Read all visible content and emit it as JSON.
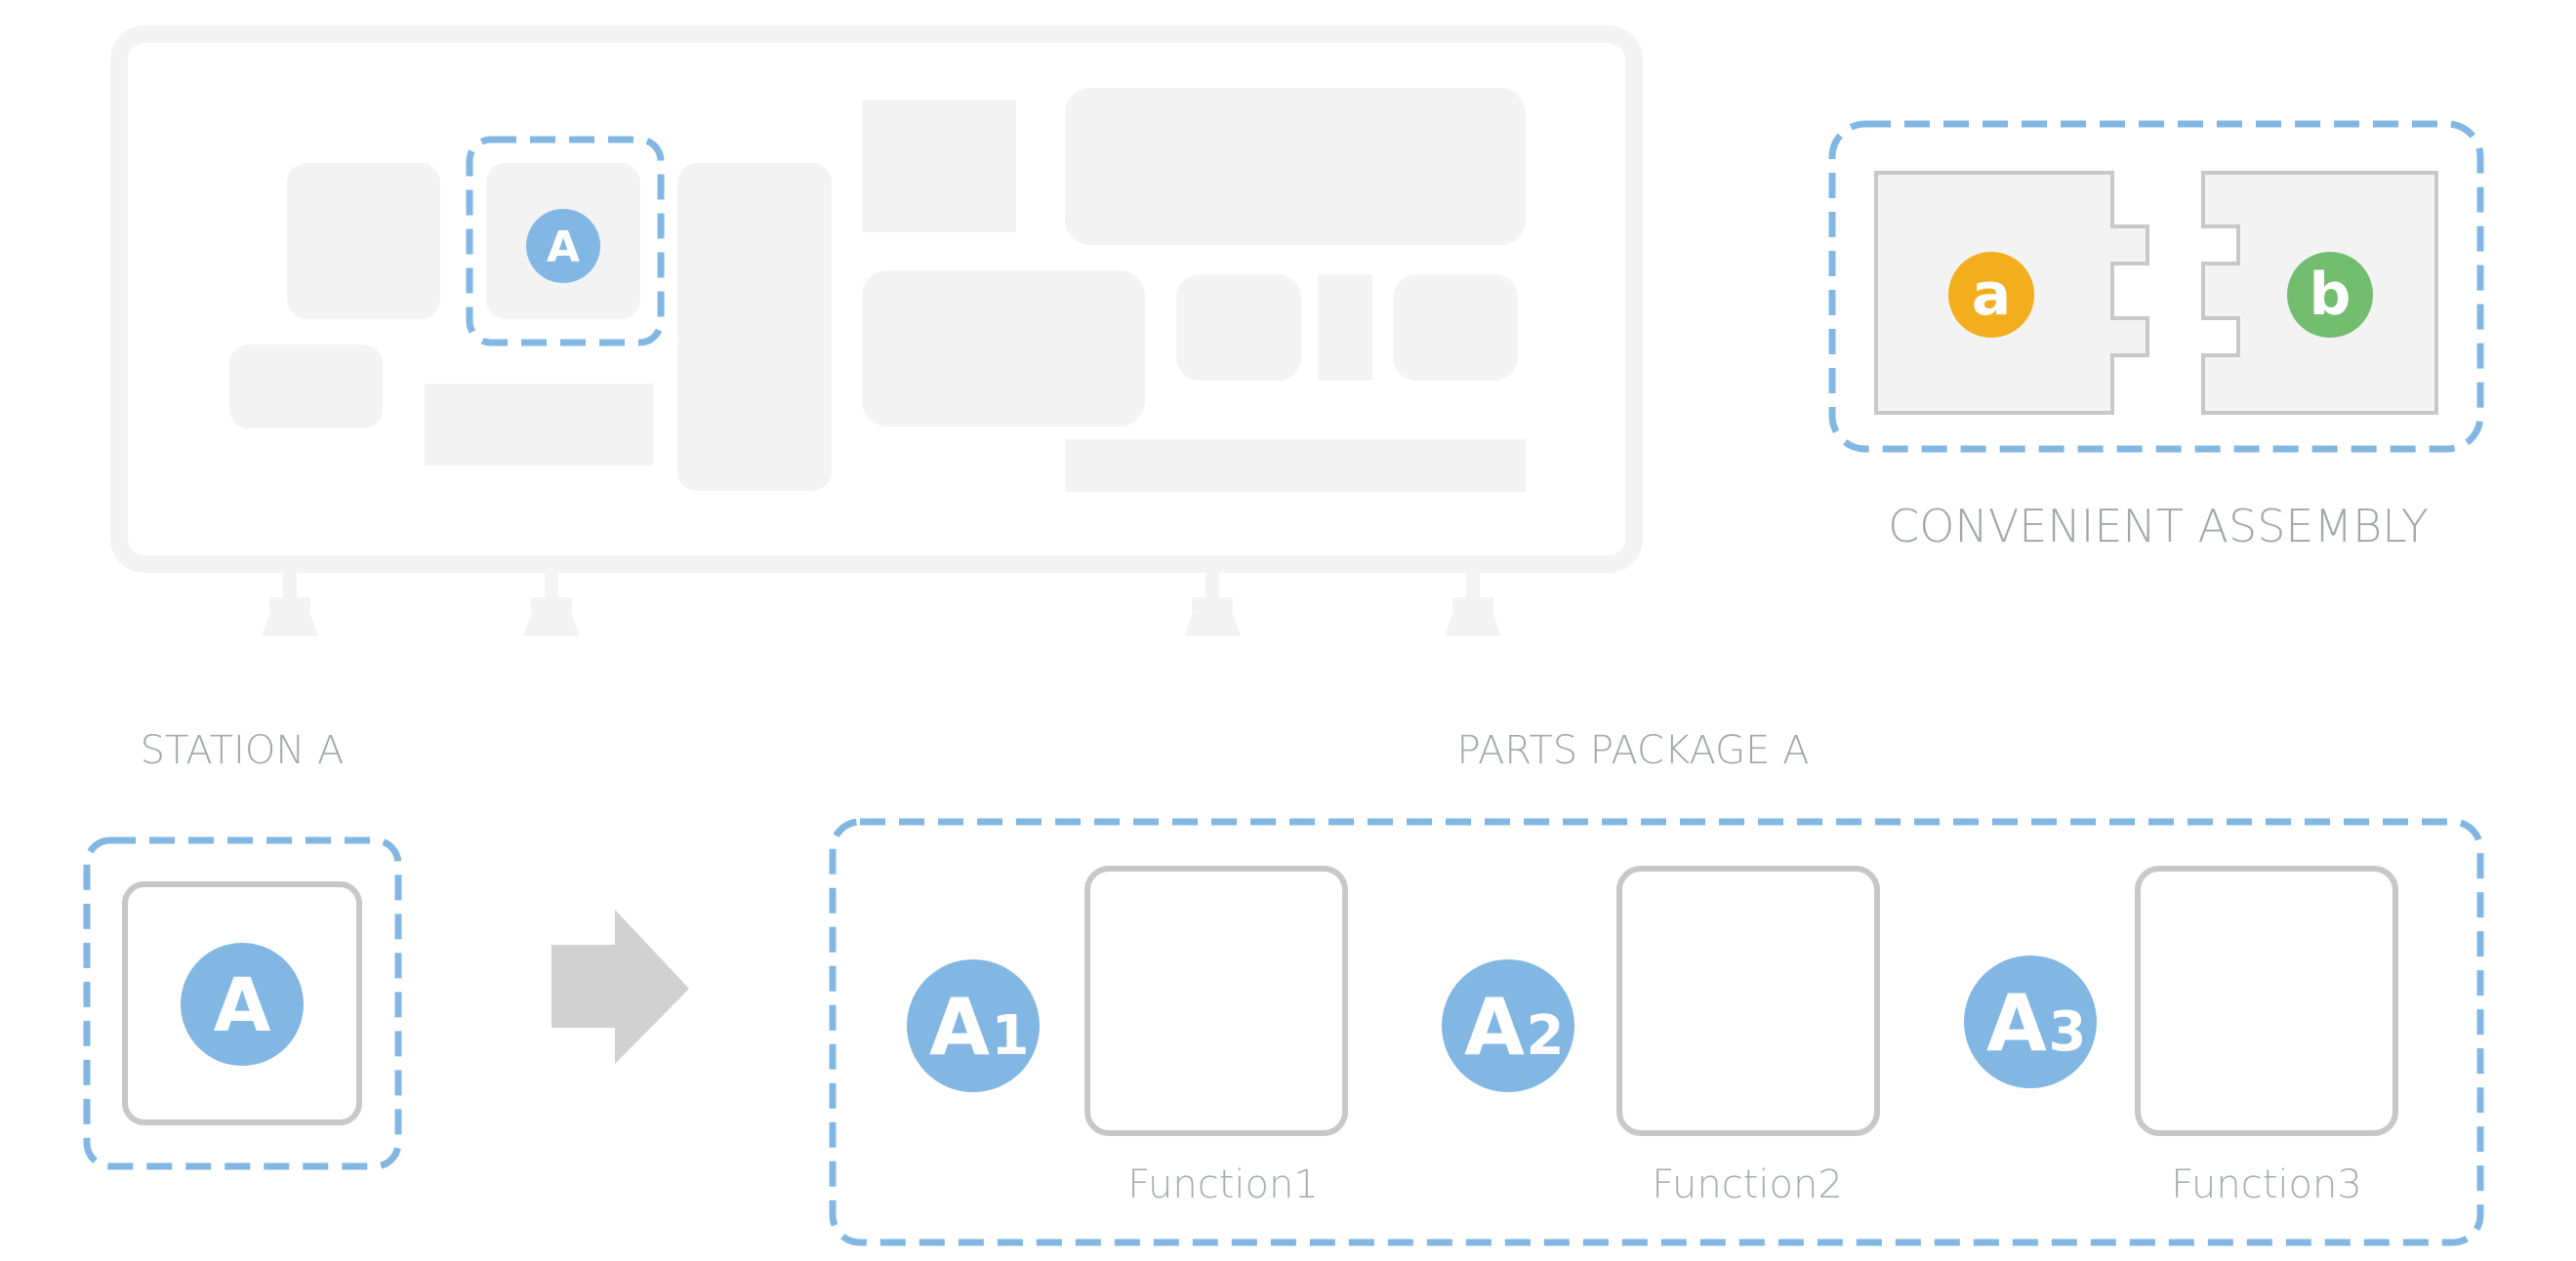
{
  "labels": {
    "convenient_assembly": "CONVENIENT ASSEMBLY",
    "station": "STATION A",
    "parts_package": "PARTS PACKAGE A"
  },
  "badges": {
    "station_small": "A",
    "station_large": "A",
    "part_a": "a",
    "part_b": "b",
    "a1": {
      "letter": "A",
      "num": "1"
    },
    "a2": {
      "letter": "A",
      "num": "2"
    },
    "a3": {
      "letter": "A",
      "num": "3"
    }
  },
  "functions": [
    "Function1",
    "Function2",
    "Function3"
  ],
  "colors": {
    "accent_blue": "#82b7e4",
    "badge_orange": "#f2ae1c",
    "badge_green": "#72bd6e",
    "panel_grey": "#f3f3f3",
    "frame_grey": "#c8c8c8",
    "arrow_grey": "#d0d1d0"
  },
  "icons": [
    "right-arrow-icon"
  ]
}
